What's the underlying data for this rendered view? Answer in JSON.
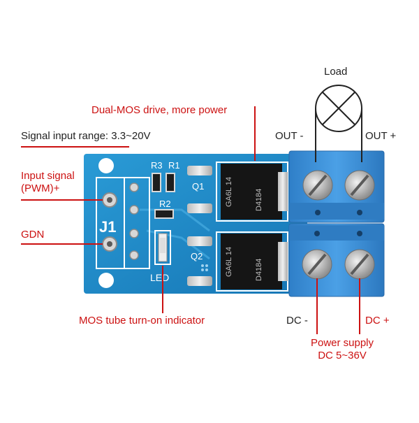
{
  "colors": {
    "annotation": "#cc1111",
    "pcb": "#1a8ac6",
    "terminal": "#3d8fd6",
    "text": "#222222"
  },
  "labels": {
    "load": "Load",
    "dual_mos": "Dual-MOS drive, more power",
    "signal_range": "Signal input range: 3.3~20V",
    "input_signal_1": "Input signal",
    "input_signal_2": "(PWM)+",
    "gdn": "GDN",
    "mos_indicator": "MOS tube turn-on indicator",
    "out_minus": "OUT -",
    "out_plus": "OUT +",
    "dc_minus": "DC -",
    "dc_plus": "DC +",
    "power_supply_1": "Power supply",
    "power_supply_2": "DC 5~36V"
  },
  "silkscreen": {
    "r3": "R3",
    "r1": "R1",
    "r2": "R2",
    "q1": "Q1",
    "q2": "Q2",
    "j1": "J1",
    "led": "LED",
    "mosfet_code": "D4184",
    "mosfet_date": "GA6L 14"
  }
}
